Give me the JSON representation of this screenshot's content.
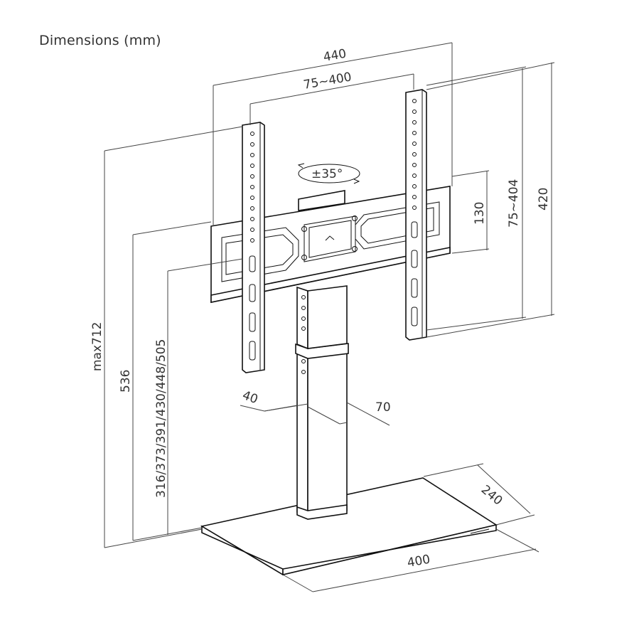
{
  "title": "Dimensions (mm)",
  "labels": {
    "bracket_width": "440",
    "hole_width": "75~400",
    "tilt": "±35°",
    "plate_height": "130",
    "hole_height": "75~404",
    "arm_height": "420",
    "max_height": "max712",
    "pole_height": "536",
    "height_settings": "316/373/391/430/448/505",
    "pole_depth": "40",
    "pole_width": "70",
    "base_depth": "240",
    "base_width": "400"
  }
}
